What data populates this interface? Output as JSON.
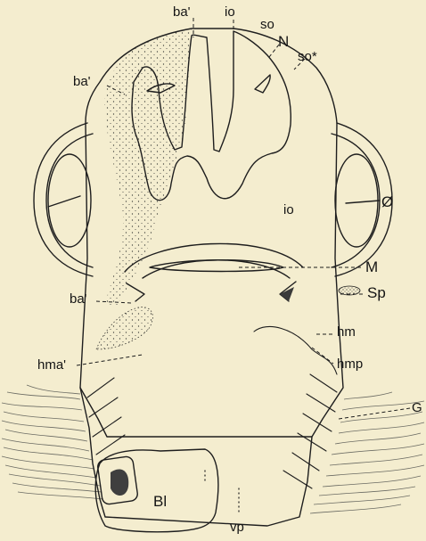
{
  "labels": {
    "ba_top": "ba'",
    "io_top": "io",
    "so": "so",
    "N": "N",
    "so_star": "so*",
    "ba_upper_left": "ba'",
    "eye": "Ø",
    "io_mid": "io",
    "M": "M",
    "ba_mid_left": "ba'",
    "Sp": "Sp",
    "hm": "hm",
    "hma": "hma'",
    "hmp": "hmp",
    "G": "G",
    "Bl": "Bl",
    "vp": "vp"
  },
  "colors": {
    "background": "#f4edcf",
    "ink": "#1e1e1e",
    "gill_filaments": "#6b6b63"
  }
}
